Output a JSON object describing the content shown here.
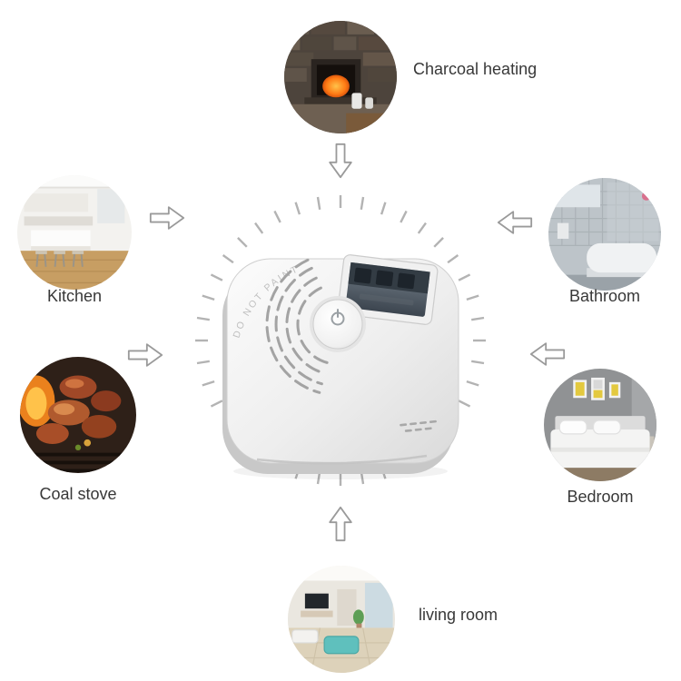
{
  "scenes": [
    {
      "id": "charcoal-heating",
      "label": "Charcoal heating"
    },
    {
      "id": "kitchen",
      "label": "Kitchen"
    },
    {
      "id": "bathroom",
      "label": "Bathroom"
    },
    {
      "id": "coal-stove",
      "label": "Coal stove"
    },
    {
      "id": "bedroom",
      "label": "Bedroom"
    },
    {
      "id": "living-room",
      "label": "living room"
    }
  ],
  "device": {
    "marking_text": "DO NOT PAINT"
  },
  "colors": {
    "background": "#ffffff",
    "label_text": "#383838",
    "tick": "#b3b3b3",
    "arrow_fill": "#ffffff",
    "arrow_outline": "#9a9a9a"
  }
}
